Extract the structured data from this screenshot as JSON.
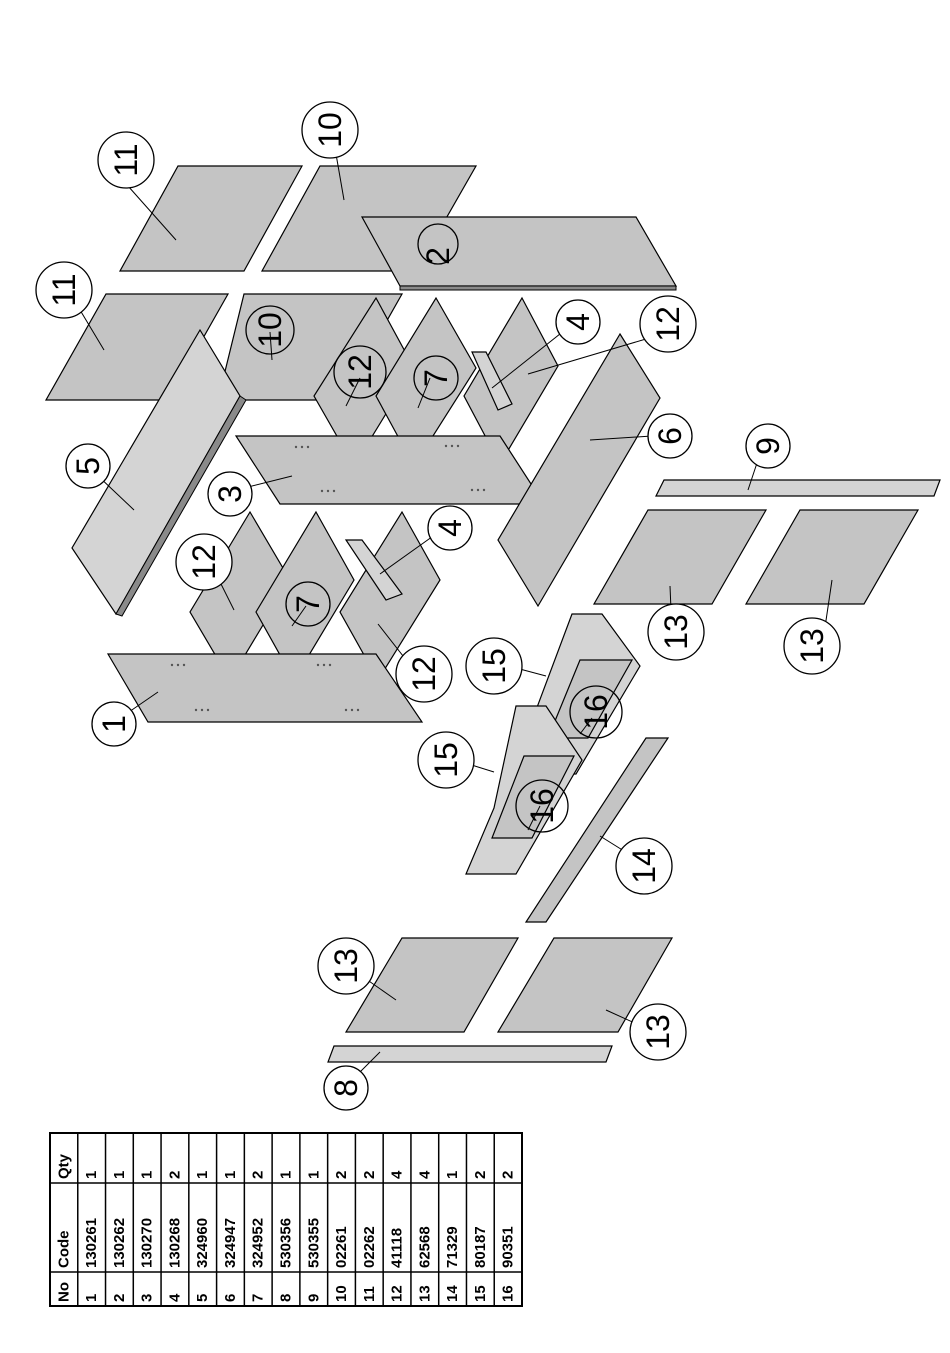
{
  "callouts": [
    {
      "id": "c-1",
      "label": "1"
    },
    {
      "id": "c-2",
      "label": "2"
    },
    {
      "id": "c-3",
      "label": "3"
    },
    {
      "id": "c-4a",
      "label": "4"
    },
    {
      "id": "c-4b",
      "label": "4"
    },
    {
      "id": "c-5",
      "label": "5"
    },
    {
      "id": "c-6",
      "label": "6"
    },
    {
      "id": "c-7a",
      "label": "7"
    },
    {
      "id": "c-7b",
      "label": "7"
    },
    {
      "id": "c-8",
      "label": "8"
    },
    {
      "id": "c-9",
      "label": "9"
    },
    {
      "id": "c-10a",
      "label": "10"
    },
    {
      "id": "c-10b",
      "label": "10"
    },
    {
      "id": "c-11a",
      "label": "11"
    },
    {
      "id": "c-11b",
      "label": "11"
    },
    {
      "id": "c-12a",
      "label": "12"
    },
    {
      "id": "c-12b",
      "label": "12"
    },
    {
      "id": "c-12c",
      "label": "12"
    },
    {
      "id": "c-12d",
      "label": "12"
    },
    {
      "id": "c-13a",
      "label": "13"
    },
    {
      "id": "c-13b",
      "label": "13"
    },
    {
      "id": "c-13c",
      "label": "13"
    },
    {
      "id": "c-13d",
      "label": "13"
    },
    {
      "id": "c-14",
      "label": "14"
    },
    {
      "id": "c-15a",
      "label": "15"
    },
    {
      "id": "c-15b",
      "label": "15"
    },
    {
      "id": "c-16a",
      "label": "16"
    },
    {
      "id": "c-16b",
      "label": "16"
    }
  ],
  "parts_table": {
    "headers": [
      "No",
      "Code",
      "Qty"
    ],
    "rows": [
      [
        "1",
        "130261",
        "1"
      ],
      [
        "2",
        "130262",
        "1"
      ],
      [
        "3",
        "130270",
        "1"
      ],
      [
        "4",
        "130268",
        "2"
      ],
      [
        "5",
        "324960",
        "1"
      ],
      [
        "6",
        "324947",
        "1"
      ],
      [
        "7",
        "324952",
        "2"
      ],
      [
        "8",
        "530356",
        "1"
      ],
      [
        "9",
        "530355",
        "1"
      ],
      [
        "10",
        "02261",
        "2"
      ],
      [
        "11",
        "02262",
        "2"
      ],
      [
        "12",
        "41118",
        "4"
      ],
      [
        "13",
        "62568",
        "4"
      ],
      [
        "14",
        "71329",
        "1"
      ],
      [
        "15",
        "80187",
        "2"
      ],
      [
        "16",
        "90351",
        "2"
      ]
    ]
  }
}
